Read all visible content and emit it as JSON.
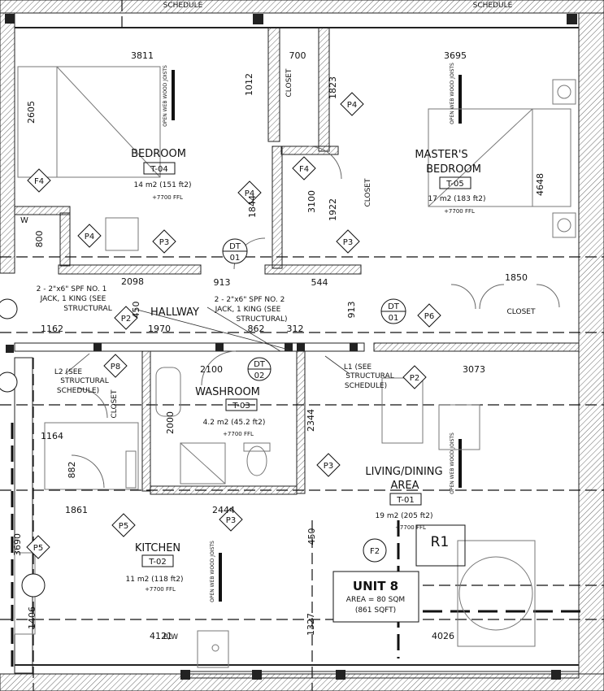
{
  "top_labels": {
    "schedule_left": "SCHEDULE",
    "schedule_right": "SCHEDULE"
  },
  "rooms": {
    "bedroom": {
      "name": "BEDROOM",
      "tag": "T-04",
      "area": "14 m2 (151 ft2)",
      "level": "+7700 FFL"
    },
    "master": {
      "name_line1": "MASTER'S",
      "name_line2": "BEDROOM",
      "tag": "T-05",
      "area": "17 m2 (183 ft2)",
      "level": "+7700 FFL"
    },
    "washroom": {
      "name": "WASHROOM",
      "tag": "T-03",
      "area": "4.2 m2 (45.2 ft2)",
      "level": "+7700 FFL"
    },
    "living": {
      "name_line1": "LIVING/DINING",
      "name_line2": "AREA",
      "tag": "T-01",
      "area": "19 m2 (205 ft2)",
      "level": "+7700 FFL"
    },
    "kitchen": {
      "name": "KITCHEN",
      "tag": "T-02",
      "area": "11 m2 (118 ft2)",
      "level": "+7700 FFL"
    },
    "hallway": {
      "name": "HALLWAY"
    },
    "closet_top": "CLOSET",
    "closet_mid": "CLOSET",
    "closet_right": "CLOSET",
    "closet_kitchen": "CLOSET"
  },
  "unit": {
    "title": "UNIT 8",
    "area": "AREA = 80 SQM",
    "area_ft": "(861 SQFT)"
  },
  "marks": {
    "r1": "R1",
    "f2": "F2",
    "w": "W",
    "bw": "B/W",
    "dt": "DT",
    "dt1": "01",
    "dt2": "02"
  },
  "tags": {
    "p2": "P2",
    "p3": "P3",
    "p4": "P4",
    "p5": "P5",
    "f4": "F4",
    "p6": "P6",
    "p8": "P8"
  },
  "dims": {
    "d3811": "3811",
    "d700": "700",
    "d3695": "3695",
    "d1012": "1012",
    "d1823": "1823",
    "d2605": "2605",
    "d4648": "4648",
    "d800": "800",
    "d2098": "2098",
    "d913": "913",
    "d544": "544",
    "d1850": "1850",
    "d450": "450",
    "d1970": "1970",
    "d862": "862",
    "d312": "312",
    "d1162": "1162",
    "d2100": "2100",
    "d3073": "3073",
    "d2000": "2000",
    "d2344": "2344",
    "d1164": "1164",
    "d882": "882",
    "d1861": "1861",
    "d2444": "2444",
    "d3690": "3690",
    "d4121": "4121",
    "d4026": "4026",
    "d1406": "1406",
    "d1327": "1327",
    "d1844": "1844",
    "d1922": "1922",
    "d3100": "3100"
  },
  "notes": {
    "spf1_a": "2 - 2\"x6\" SPF NO. 1",
    "spf1_b": "JACK, 1 KING (SEE",
    "spf1_c": "STRUCTURAL",
    "spf2_a": "2 - 2\"x6\" SPF NO. 2",
    "spf2_b": "JACK, 1 KING (SEE",
    "spf2_c": "STRUCTURAL)",
    "l2_a": "L2 (SEE",
    "l2_b": "STRUCTURAL",
    "l2_c": "SCHEDULE)",
    "l1_a": "L1 (SEE",
    "l1_b": "STRUCTURAL",
    "l1_c": "SCHEDULE)",
    "joists": "OPEN WEB WOOD JOISTS"
  }
}
